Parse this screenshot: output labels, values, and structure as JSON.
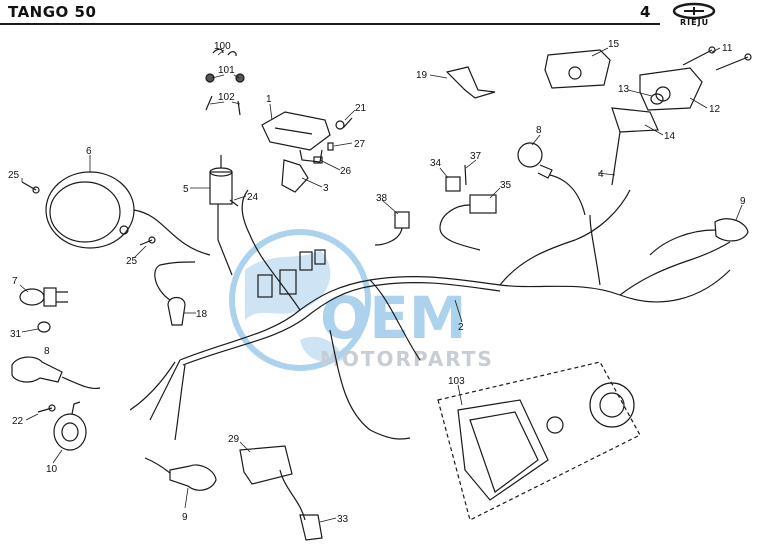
{
  "header": {
    "model_title": "TANGO 50",
    "page_number": "4",
    "brand": "RIEJU"
  },
  "watermark": {
    "main": "OEM",
    "sub": "MOTORPARTS"
  },
  "colors": {
    "ink": "#1a1a1a",
    "watermark_blue": "#6aaee0",
    "watermark_text": "#9aa6b2"
  },
  "part_labels": [
    "100",
    "101",
    "102",
    "1",
    "21",
    "27",
    "26",
    "3",
    "15",
    "11",
    "13",
    "12",
    "14",
    "19",
    "8",
    "4",
    "6",
    "25",
    "5",
    "24",
    "38",
    "34",
    "37",
    "35",
    "9",
    "7",
    "31",
    "18",
    "2",
    "103",
    "22",
    "10",
    "29",
    "33"
  ]
}
